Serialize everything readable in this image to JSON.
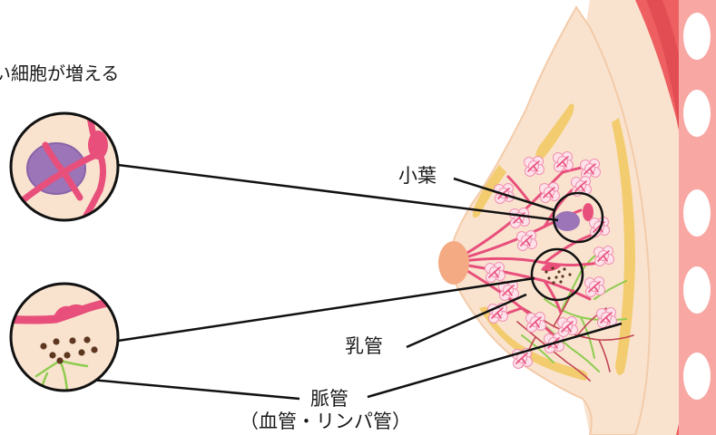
{
  "labels": {
    "top_caption": "い細胞が増える",
    "lobule": "小葉",
    "duct": "乳管",
    "vessel": "脈管",
    "vessel_sub": "（血管・リンパ管）"
  },
  "colors": {
    "skin": "#f9e3cf",
    "skin_edge": "#f3cba9",
    "fat": "#f2cc6e",
    "muscle": "#ee5f61",
    "muscle_dark": "#e24d53",
    "chest_bar": "#f8a7a3",
    "duct": "#e84f7b",
    "lobule_fill": "#fde2ea",
    "tumor": "#9c74b8",
    "nipple": "#f4ab84",
    "vessel_green": "#8fcc4f",
    "vessel_red": "#c24454",
    "dot": "#5e3720",
    "line": "#111111"
  }
}
